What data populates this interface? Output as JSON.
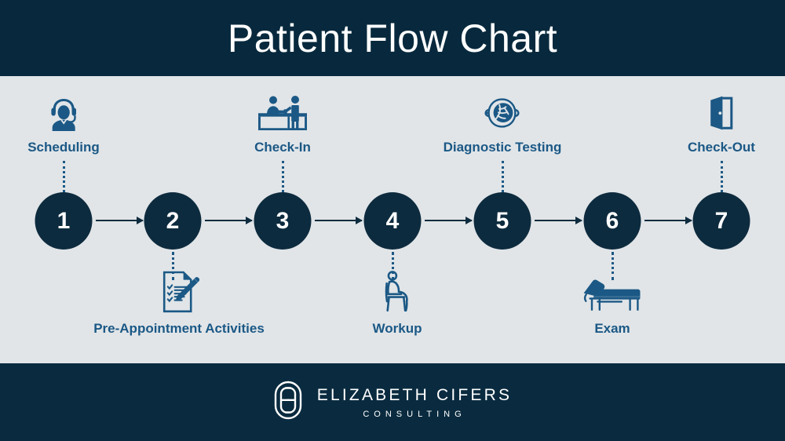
{
  "header": {
    "title": "Patient Flow Chart",
    "background_color": "#08293d",
    "title_color": "#ffffff"
  },
  "theme": {
    "page_background": "#e1e5e8",
    "node_fill": "#0d2b3e",
    "node_text": "#ffffff",
    "label_color": "#1b5885",
    "icon_color": "#1b5885",
    "arrow_color": "#0d2b3e",
    "leader_color": "#1b5885"
  },
  "chart_data": {
    "type": "diagram",
    "title": "Patient Flow Chart",
    "orientation": "horizontal",
    "step_count": 7,
    "steps": [
      {
        "number": "1",
        "label": "Scheduling",
        "icon": "headset-agent-icon",
        "label_position": "above"
      },
      {
        "number": "2",
        "label": "Pre-Appointment Activities",
        "icon": "checklist-pencil-icon",
        "label_position": "below"
      },
      {
        "number": "3",
        "label": "Check-In",
        "icon": "reception-desk-icon",
        "label_position": "above"
      },
      {
        "number": "4",
        "label": "Workup",
        "icon": "seated-person-icon",
        "label_position": "below"
      },
      {
        "number": "5",
        "label": "Diagnostic Testing",
        "icon": "eye-scan-icon",
        "label_position": "above"
      },
      {
        "number": "6",
        "label": "Exam",
        "icon": "exam-table-icon",
        "label_position": "below"
      },
      {
        "number": "7",
        "label": "Check-Out",
        "icon": "open-door-icon",
        "label_position": "above"
      }
    ],
    "connectors": "arrow",
    "leader_style": "dotted"
  },
  "footer": {
    "background_color": "#0a2b3f",
    "brand_name": "ELIZABETH  CIFERS",
    "brand_sub": "CONSULTING",
    "logo_icon": "ec-monogram-icon"
  }
}
